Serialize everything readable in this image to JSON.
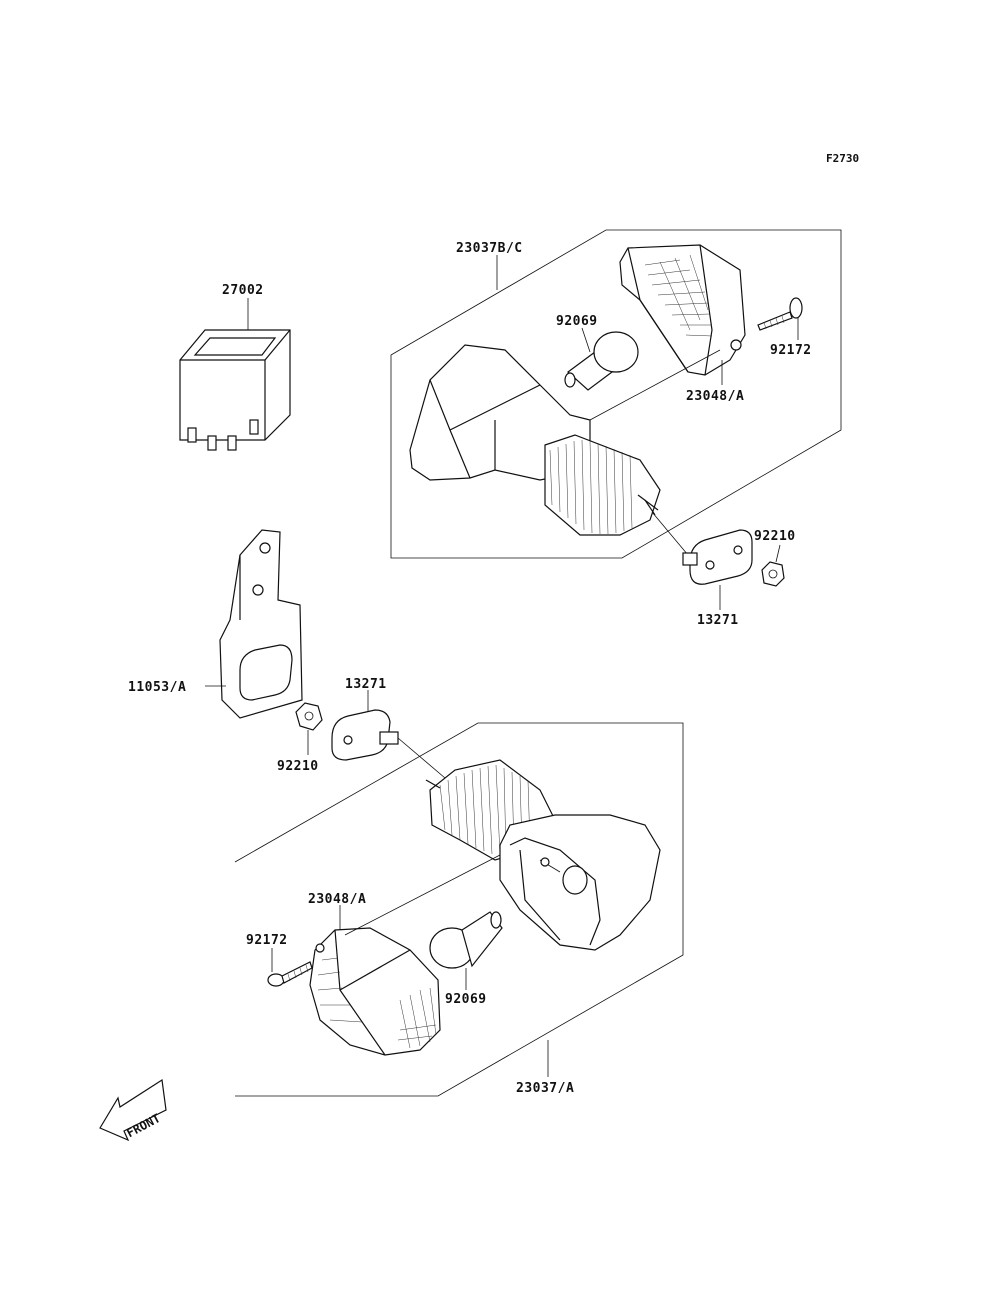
{
  "drawing_code": "F2730",
  "labels": {
    "relay": "27002",
    "upper_assembly": "23037B/C",
    "upper_bulb": "92069",
    "upper_screw": "92172",
    "upper_lens": "23048/A",
    "upper_nut": "92210",
    "upper_plate": "13271",
    "bracket": "11053/A",
    "lower_plate": "13271",
    "lower_nut": "92210",
    "lower_lens": "23048/A",
    "lower_screw": "92172",
    "lower_bulb": "92069",
    "lower_assembly": "23037/A"
  },
  "front_indicator": "FRONT",
  "colors": {
    "line": "#111111",
    "background": "#ffffff"
  }
}
